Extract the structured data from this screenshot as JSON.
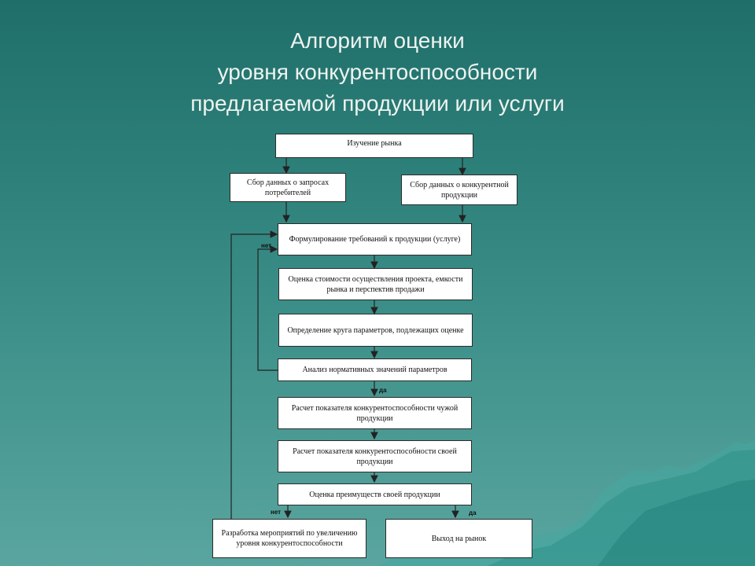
{
  "title": {
    "line1": "Алгоритм оценки",
    "line2": "уровня конкурентоспособности",
    "line3": "предлагаемой продукции или услуги"
  },
  "steps": {
    "market_study": "Изучение рынка",
    "consumer_data": "Сбор данных о запросах потребителей",
    "competitor_data": "Сбор данных о конкурентной продукции",
    "requirements": "Формулирование требований к продукции (услуге)",
    "cost_estimate": "Оценка стоимости осуществления проекта, емкости рынка и перспектив продажи",
    "parameters": "Определение круга параметров, подлежащих оценке",
    "norms_analysis": "Анализ нормативных значений параметров",
    "calc_foreign": "Расчет показателя конкурентоспособности чужой продукции",
    "calc_own": "Расчет показателя конкурентоспособности своей продукции",
    "advantages": "Оценка преимуществ своей продукции",
    "measures": "Разработка мероприятий по увеличению уровня конкурентоспособности",
    "market_entry": "Выход на рынок"
  },
  "labels": {
    "no_1": "нет",
    "yes_1": "да",
    "no_2": "нет",
    "yes_2": "да"
  },
  "colors": {
    "background": "#2d8079",
    "box_fill": "#ffffff",
    "line": "#222222"
  }
}
